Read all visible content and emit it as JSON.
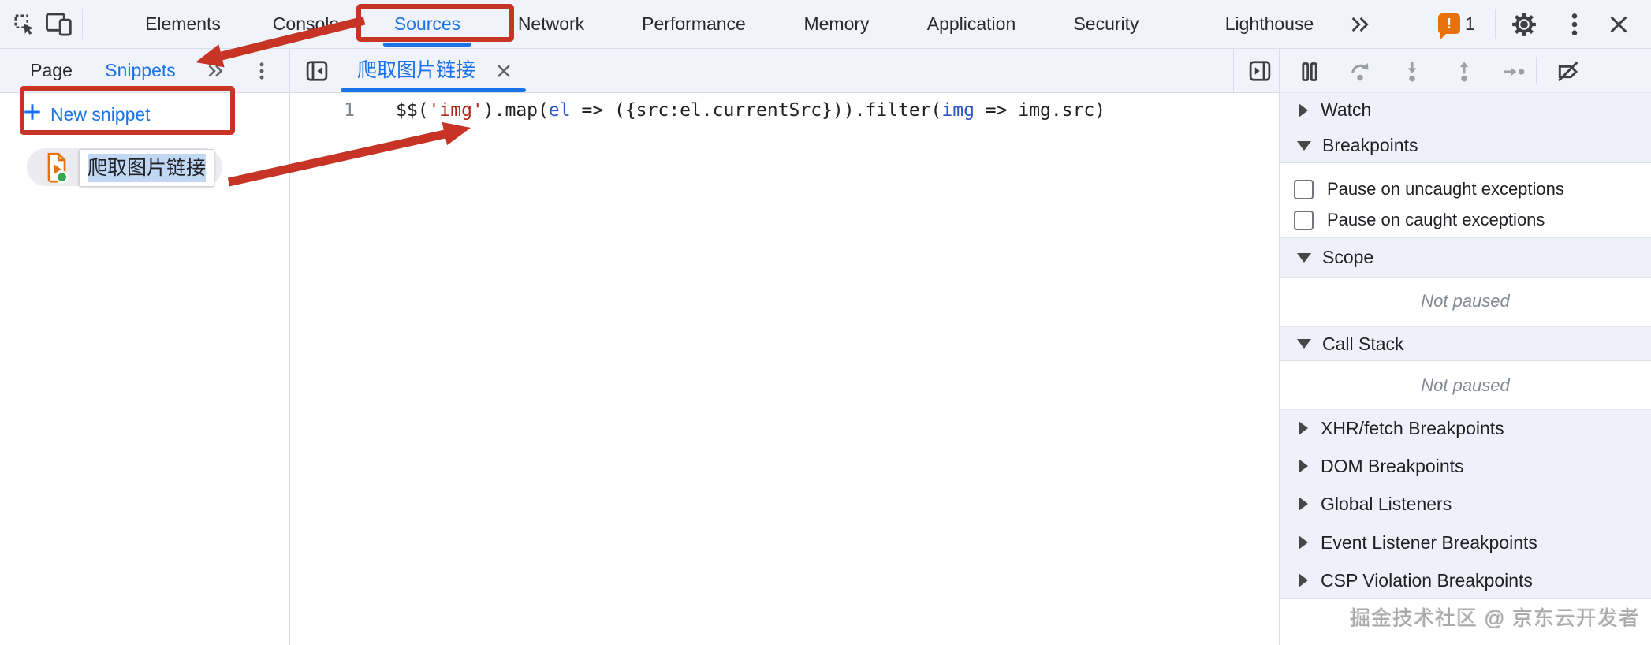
{
  "chrome": {
    "main_tabs": [
      "Elements",
      "Console",
      "Sources",
      "Network",
      "Performance",
      "Memory",
      "Application",
      "Security",
      "Lighthouse"
    ],
    "selected_main_tab": "Sources",
    "error_badge_count": "1"
  },
  "navigator": {
    "tabs": [
      "Page",
      "Snippets"
    ],
    "selected_tab": "Snippets",
    "page_tab_label": "Page",
    "snippets_tab_label": "Snippets",
    "new_snippet_label": "New snippet",
    "snippet_name": "爬取图片链接"
  },
  "editor": {
    "tab_label": "爬取图片链接",
    "line_number": "1",
    "code_tokens": [
      {
        "text": "$$(",
        "type": "plain"
      },
      {
        "text": "'img'",
        "type": "string"
      },
      {
        "text": ").map(",
        "type": "plain"
      },
      {
        "text": "el",
        "type": "variable"
      },
      {
        "text": " => ({src:el.currentSrc})).filter(",
        "type": "plain"
      },
      {
        "text": "img",
        "type": "variable"
      },
      {
        "text": " => img.src)",
        "type": "plain"
      }
    ]
  },
  "debugger_panel": {
    "watch_label": "Watch",
    "breakpoints_label": "Breakpoints",
    "pause_uncaught_label": "Pause on uncaught exceptions",
    "pause_caught_label": "Pause on caught exceptions",
    "scope_label": "Scope",
    "scope_status": "Not paused",
    "call_stack_label": "Call Stack",
    "call_stack_status": "Not paused",
    "collapsed_sections": [
      "XHR/fetch Breakpoints",
      "DOM Breakpoints",
      "Global Listeners",
      "Event Listener Breakpoints",
      "CSP Violation Breakpoints"
    ]
  },
  "watermark": "掘金技术社区 @ 京东云开发者",
  "colors": {
    "accent_blue": "#1a73e8",
    "annotation_red": "#c73425",
    "badge_orange": "#e8710a",
    "string_red": "#b3261e",
    "variable_blue": "#2a56c6",
    "toolbar_bg": "#f0f3f9",
    "section_bg": "#eef1f9"
  }
}
